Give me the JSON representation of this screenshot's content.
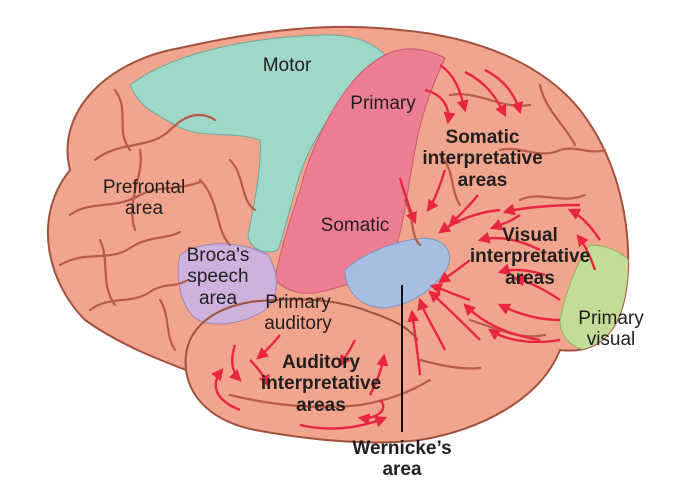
{
  "figure": {
    "title": "Functional areas of the cerebral cortex (lateral view)",
    "colors": {
      "cortex": "#f2a58d",
      "cortex_outline": "#a2513e",
      "gyrus_line": "#b65c47",
      "motor": "#9fd8c8",
      "somatic": "#ee7f93",
      "broca": "#cdb2dd",
      "wernicke": "#a7bde2",
      "visual": "#c1dd97",
      "arrow": "#e8263f",
      "leader": "#111111"
    },
    "labels": {
      "motor": "Motor",
      "primary": "Primary",
      "somatic_interpretative": [
        "Somatic",
        "interpretative",
        "areas"
      ],
      "prefrontal": [
        "Prefrontal",
        "area"
      ],
      "somatic": "Somatic",
      "visual_interpretative": [
        "Visual",
        "interpretative",
        "areas"
      ],
      "brocas": [
        "Broca's",
        "speech",
        "area"
      ],
      "primary_auditory": [
        "Primary",
        "auditory"
      ],
      "primary_visual": [
        "Primary",
        "visual"
      ],
      "auditory_interpretative": [
        "Auditory",
        "interpretative",
        "areas"
      ],
      "wernickes": [
        "Wernicke’s",
        "area"
      ]
    }
  }
}
